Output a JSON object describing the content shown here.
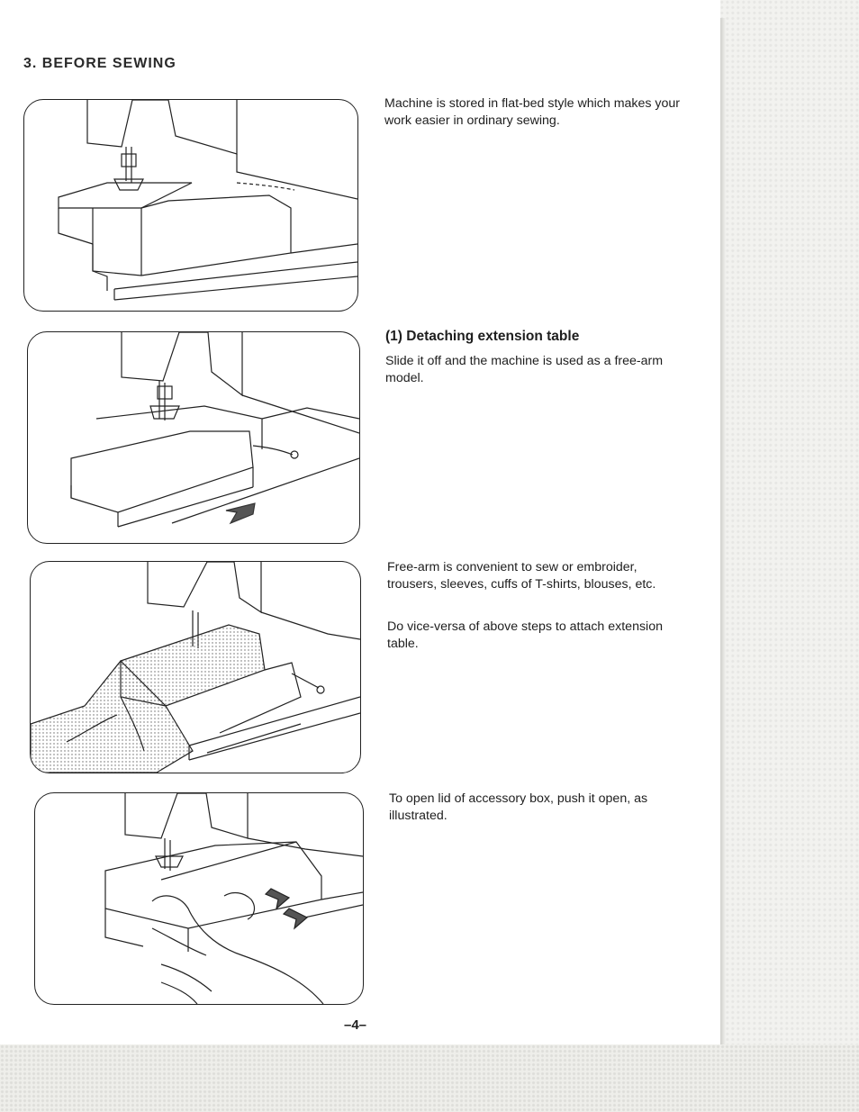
{
  "section_heading": "3. BEFORE SEWING",
  "blocks": {
    "flatbed_text": "Machine is stored in flat-bed style which makes your work easier in ordinary sewing.",
    "detach_title": "(1) Detaching extension table",
    "detach_text": "Slide it off and the machine is used as a free-arm model.",
    "freearm_text": "Free-arm is convenient to sew or embroider, trousers, sleeves, cuffs of T-shirts, blouses, etc.",
    "attach_text": "Do vice-versa of above steps to attach extension table.",
    "accessory_text": "To open lid of accessory box, push it open, as illustrated."
  },
  "page_number": "–4–"
}
